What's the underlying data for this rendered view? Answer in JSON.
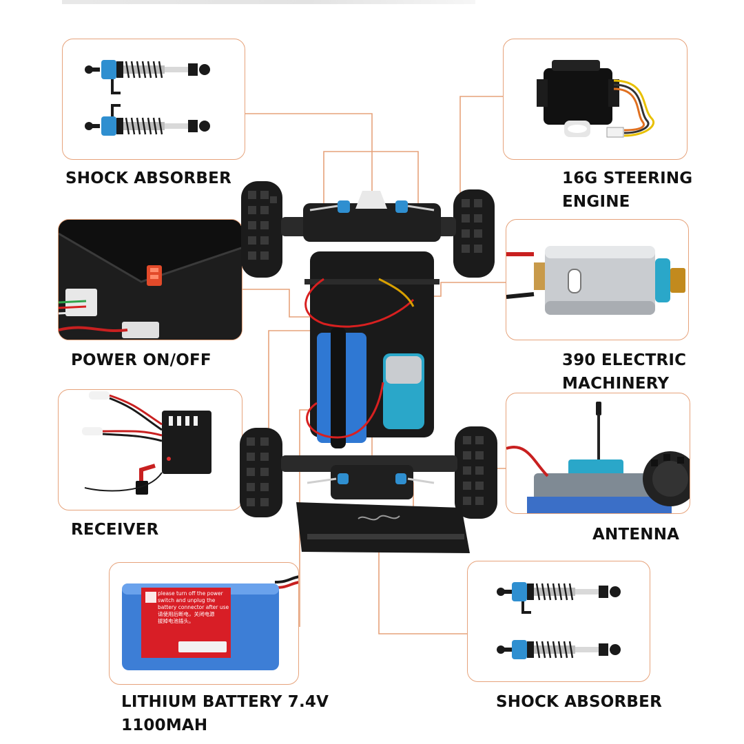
{
  "labels": {
    "shock_top": "SHOCK ABSORBER",
    "steering": [
      "16G STEERING",
      "ENGINE"
    ],
    "power": "POWER ON/OFF",
    "electric": [
      "390 ELECTRIC",
      "MACHINERY"
    ],
    "receiver": "RECEIVER",
    "antenna": "ANTENNA",
    "battery": [
      "LITHIUM BATTERY 7.4V",
      "1100MAH"
    ],
    "shock_bottom": "SHOCK ABSORBER"
  },
  "battery_sticker": {
    "lines": [
      "please turn off the power",
      "switch and unplug the",
      "battery connector after use",
      "请使用后断电，关闭电源",
      "拔掉电池插头。"
    ]
  },
  "colors": {
    "frame": "#e6a27a",
    "leader": "#e6a27a",
    "label_text": "#111111",
    "shock_blue": "#2f8fd0",
    "battery_blue": "#3d7ed6",
    "sticker_red": "#d81e26",
    "motor_teal": "#2aa7c9"
  }
}
